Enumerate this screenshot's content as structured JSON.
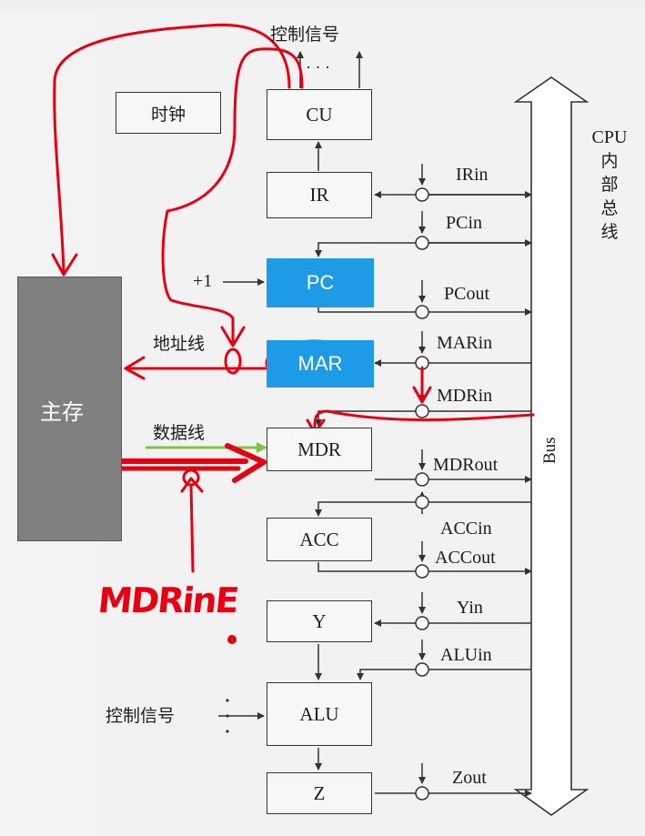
{
  "diagram": {
    "top_control_signals": "控制信号",
    "top_ellipsis": "· · ·",
    "clock": "时钟",
    "cpu_bus_label": [
      "CPU",
      "内",
      "部",
      "总",
      "线"
    ],
    "bus": "Bus",
    "plus_one": "+1",
    "address_line": "地址线",
    "data_line": "数据线",
    "bottom_control_signals": "控制信号",
    "main_memory": "主存",
    "registers": {
      "cu": "CU",
      "ir": "IR",
      "pc": "PC",
      "mar": "MAR",
      "mdr": "MDR",
      "acc": "ACC",
      "y": "Y",
      "alu": "ALU",
      "z": "Z"
    },
    "signals": {
      "irin": "IRin",
      "pcin": "PCin",
      "pcout": "PCout",
      "marin": "MARin",
      "mdrin": "MDRin",
      "mdrout": "MDRout",
      "accin": "ACCin",
      "accout": "ACCout",
      "yin": "Yin",
      "aluin": "ALUin",
      "zout": "Zout"
    }
  },
  "annotations": {
    "handwritten_label": "MDRinE"
  },
  "colors": {
    "highlight_blue": "#1e9be6",
    "memory_gray": "#808080",
    "annotation_red": "#e60012",
    "data_line_green": "#7dc242"
  }
}
